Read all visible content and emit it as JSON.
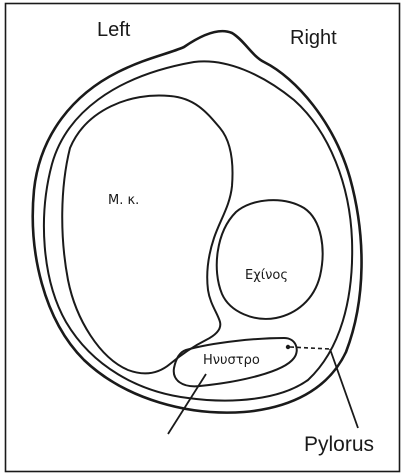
{
  "labels": {
    "left": "Left",
    "right": "Right",
    "region_mk": "Μ. κ.",
    "region_echinos": "Εχίνος",
    "region_hnystro": "Ηνυστρο",
    "pylorus": "Pylorus"
  },
  "colors": {
    "background": "#ffffff",
    "line": "#1a1a1a"
  }
}
